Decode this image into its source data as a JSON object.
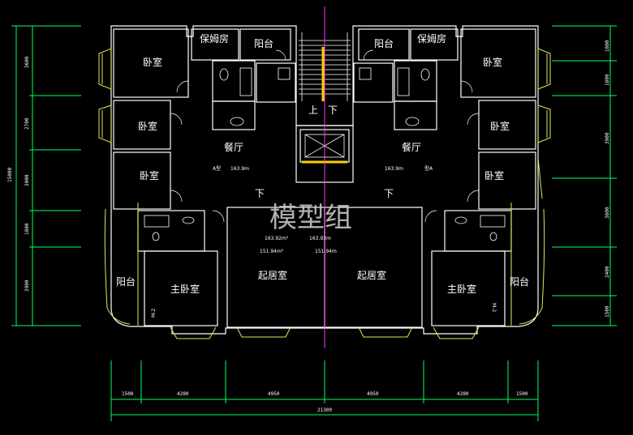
{
  "rooms": {
    "nanny_left": "保姆房",
    "nanny_right": "保姆房",
    "balcony_top_left": "阳台",
    "balcony_top_right": "阳台",
    "bedroom_1": "卧室",
    "bedroom_2": "卧室",
    "bedroom_3": "卧室",
    "bedroom_4": "卧室",
    "bedroom_5": "卧室",
    "bedroom_6": "卧室",
    "dining_left": "餐厅",
    "dining_right": "餐厅",
    "living_left": "起居室",
    "living_right": "起居室",
    "master_left": "主卧室",
    "master_right": "主卧室",
    "balcony_bottom_left": "阳台",
    "balcony_bottom_right": "阳台"
  },
  "stairs": {
    "up": "上",
    "down_top": "下",
    "down_left": "下",
    "down_right": "下"
  },
  "types": {
    "left": "A型",
    "right": "型A"
  },
  "areas": {
    "left_dining": "163.9m",
    "right_dining": "163.9m",
    "left_a": "163.92m²",
    "right_a": "163.93m",
    "left_b": "151.94m²",
    "right_b": "151.94m"
  },
  "door_tags": {
    "left": "M-2",
    "right": "M-2"
  },
  "watermark": "模型组",
  "dims_bottom": [
    "1500",
    "4200",
    "4950",
    "4950",
    "4200",
    "1500"
  ],
  "dim_total_bottom": "21300",
  "dims_left": [
    "3600",
    "2700",
    "3000",
    "1800",
    "3900"
  ],
  "dim_total_left": "15000",
  "dims_right": [
    "1800",
    "1800",
    "3900",
    "3600",
    "2400",
    "1500"
  ],
  "colors": {
    "wall": "#ffffff",
    "window": "#e6e65a",
    "axis": "#ff33ff",
    "dimline": "#00ff66",
    "accent": "#ffd000"
  }
}
